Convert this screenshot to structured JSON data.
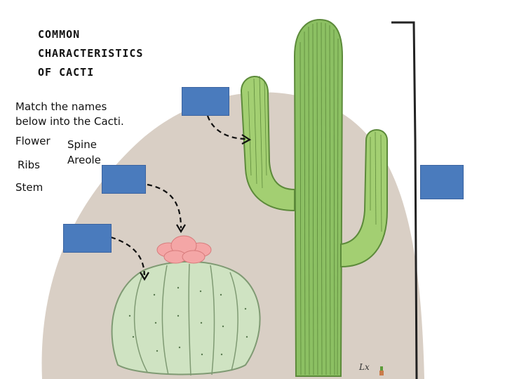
{
  "title": {
    "line1": "COMMON",
    "line2": "CHARACTERISTICS",
    "line3": "OF CACTI"
  },
  "instructions": {
    "line1": "Match the names",
    "line2": "below into the Cacti."
  },
  "words": {
    "flower": "Flower",
    "spine": "Spine",
    "ribs": "Ribs",
    "areole": "Areole",
    "stem": "Stem"
  },
  "signature": "Lx",
  "colors": {
    "drop_box": "#4a7bbd",
    "background_blob": "#d9cfc5",
    "saguaro_green": "#8cc063",
    "barrel_green": "#cfe3c2",
    "flower_pink": "#f4a6a6"
  }
}
